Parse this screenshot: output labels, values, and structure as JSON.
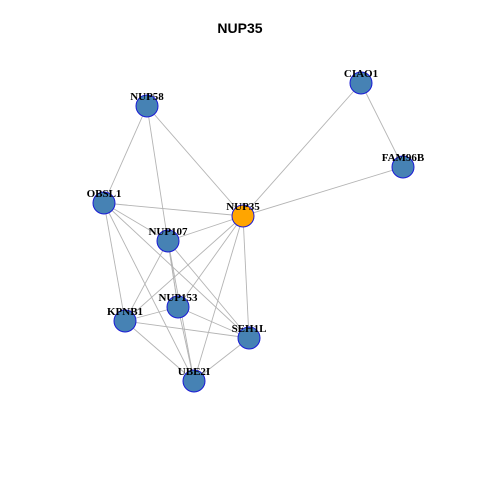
{
  "title": "NUP35",
  "colors": {
    "node_fill": "#4682b4",
    "center_fill": "#ffa500",
    "node_stroke": "#1a1ad6",
    "edge": "#b4b4b4"
  },
  "nodes": [
    {
      "id": "NUP35",
      "label": "NUP35",
      "center": true
    },
    {
      "id": "CIAO1",
      "label": "CIAO1"
    },
    {
      "id": "FAM96B",
      "label": "FAM96B"
    },
    {
      "id": "NUP58",
      "label": "NUP58"
    },
    {
      "id": "OBSL1",
      "label": "OBSL1"
    },
    {
      "id": "NUP107",
      "label": "NUP107"
    },
    {
      "id": "NUP153",
      "label": "NUP153"
    },
    {
      "id": "KPNB1",
      "label": "KPNB1"
    },
    {
      "id": "SEH1L",
      "label": "SEH1L"
    },
    {
      "id": "UBE2I",
      "label": "UBE2I"
    }
  ],
  "edges": [
    [
      "CIAO1",
      "FAM96B"
    ],
    [
      "CIAO1",
      "NUP35"
    ],
    [
      "FAM96B",
      "NUP35"
    ],
    [
      "NUP58",
      "NUP35"
    ],
    [
      "NUP58",
      "OBSL1"
    ],
    [
      "NUP58",
      "NUP153"
    ],
    [
      "OBSL1",
      "NUP35"
    ],
    [
      "OBSL1",
      "NUP107"
    ],
    [
      "OBSL1",
      "KPNB1"
    ],
    [
      "OBSL1",
      "SEH1L"
    ],
    [
      "OBSL1",
      "UBE2I"
    ],
    [
      "NUP107",
      "NUP35"
    ],
    [
      "NUP107",
      "KPNB1"
    ],
    [
      "NUP107",
      "SEH1L"
    ],
    [
      "NUP107",
      "UBE2I"
    ],
    [
      "NUP107",
      "NUP153"
    ],
    [
      "NUP35",
      "KPNB1"
    ],
    [
      "NUP35",
      "NUP153"
    ],
    [
      "NUP35",
      "SEH1L"
    ],
    [
      "NUP35",
      "UBE2I"
    ],
    [
      "NUP153",
      "KPNB1"
    ],
    [
      "NUP153",
      "SEH1L"
    ],
    [
      "NUP153",
      "UBE2I"
    ],
    [
      "KPNB1",
      "SEH1L"
    ],
    [
      "KPNB1",
      "UBE2I"
    ],
    [
      "SEH1L",
      "UBE2I"
    ]
  ]
}
